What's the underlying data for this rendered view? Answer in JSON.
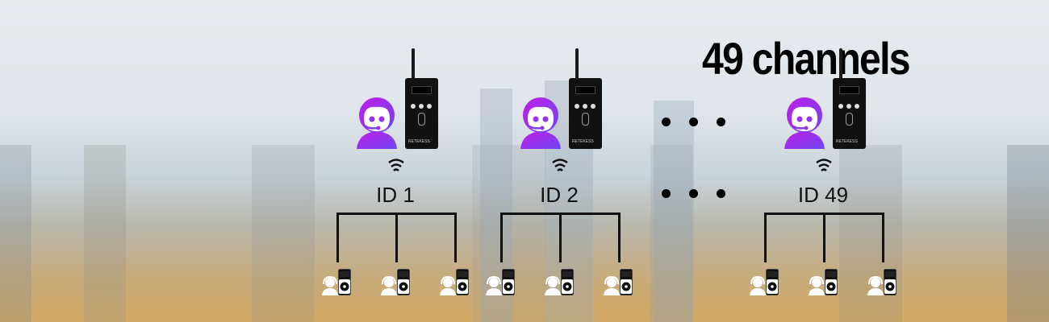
{
  "headline": "49 channels",
  "colors": {
    "presenter_gradient": [
      "#b020e8",
      "#7a3cf0"
    ],
    "device": "#111111",
    "listener": "#ffffff"
  },
  "groups": [
    {
      "id_label": "ID 1",
      "brand": "RETEKESS",
      "receivers": 3
    },
    {
      "id_label": "ID 2",
      "brand": "RETEKESS",
      "receivers": 3
    },
    {
      "id_label": "ID 49",
      "brand": "RETEKESS",
      "receivers": 3
    }
  ],
  "icons": {
    "presenter": "headset-person-icon",
    "transmitter": "transmitter-device-icon",
    "signal": "wireless-signal-icon",
    "listener": "listener-headset-icon",
    "receiver": "receiver-device-icon",
    "ellipsis": "ellipsis-dots"
  }
}
